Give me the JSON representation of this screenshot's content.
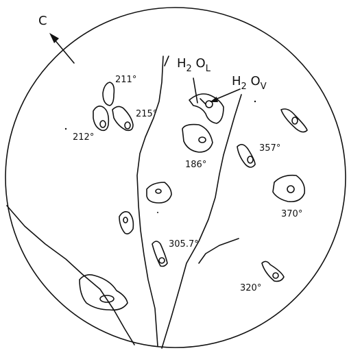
{
  "diagram": {
    "axis_label": "C",
    "phase_labels": {
      "liquid": {
        "main": "H",
        "sub1": "2",
        "mid": " O",
        "sub2": "L"
      },
      "vapor": {
        "main": "H",
        "sub1": "2",
        "mid": " O",
        "sub2": "V"
      }
    },
    "temperature_labels": {
      "t211": "211°",
      "t215": "215°",
      "t212": "212°",
      "t186": "186°",
      "t357": "357°",
      "t370": "370°",
      "t305": "305.7°",
      "t320": "320°"
    }
  }
}
